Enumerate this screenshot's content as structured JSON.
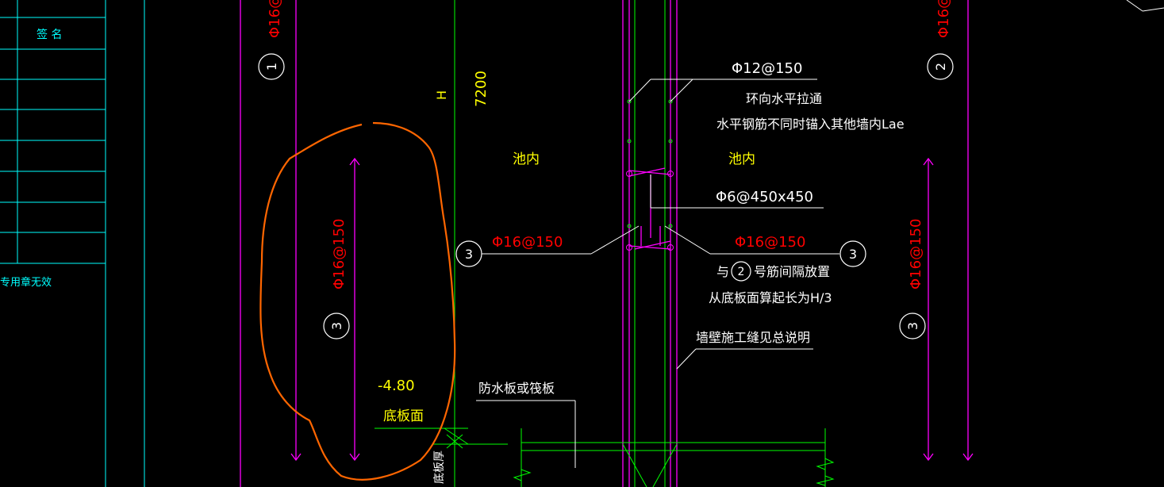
{
  "colors": {
    "background": "#000000",
    "table_lines": "#00ffff",
    "wall_lines": "#ff00ff",
    "axis_lines": "#00ff00",
    "leaders": "#ffffff",
    "rebar_text": "#ff0000",
    "note_text": "#ffffff",
    "dim_text": "#ffff00",
    "markup_cloud": "#ff6600"
  },
  "title_block": {
    "signature_header": "签  名",
    "note": "专用章无效"
  },
  "dimensions": {
    "height_label": "H",
    "height_value": "7200",
    "elevation": "-4.80",
    "elevation_label": "底板面"
  },
  "rebar": {
    "left_vertical": "Φ16@150",
    "left_vertical_top": "Φ16@",
    "right_vertical": "Φ16@150",
    "right_vertical_top": "Φ16@",
    "horizontal_ring": "Φ12@150",
    "tie_bar": "Φ6@450x450",
    "dowel_left": "Φ16@150",
    "dowel_right": "Φ16@150"
  },
  "markers": {
    "m1": "1",
    "m2": "2",
    "m3_left": "3",
    "m3_mid": "3",
    "m3_right": "3",
    "m3_far_right": "3",
    "m2_inline": "2"
  },
  "labels": {
    "pool_inside_left": "池内",
    "pool_inside_right": "池内",
    "ring_note_1": "环向水平拉通",
    "ring_note_2": "水平钢筋不同时锚入其他墙内Lae",
    "alternate_note_prefix": "与",
    "alternate_note_suffix": "号筋间隔放置",
    "length_note": "从底板面算起长为H/3",
    "joint_note": "墙壁施工缝见总说明",
    "waterproof_note": "防水板或筏板",
    "slab_thickness_note": "底板厚"
  }
}
